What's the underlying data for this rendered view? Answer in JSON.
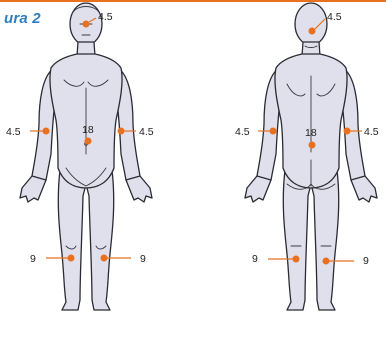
{
  "title": "ura 2",
  "colors": {
    "accent": "#e8701e",
    "title": "#2f7ec2",
    "body": "#dfe0ec",
    "outline": "#2b2b33"
  },
  "front": {
    "head": "4.5",
    "left_arm": "4.5",
    "right_arm": "4.5",
    "trunk": "18",
    "left_leg": "9",
    "right_leg": "9"
  },
  "back": {
    "head": "4.5",
    "left_arm": "4.5",
    "right_arm": "4.5",
    "trunk": "18",
    "left_leg": "9",
    "right_leg": "9"
  }
}
